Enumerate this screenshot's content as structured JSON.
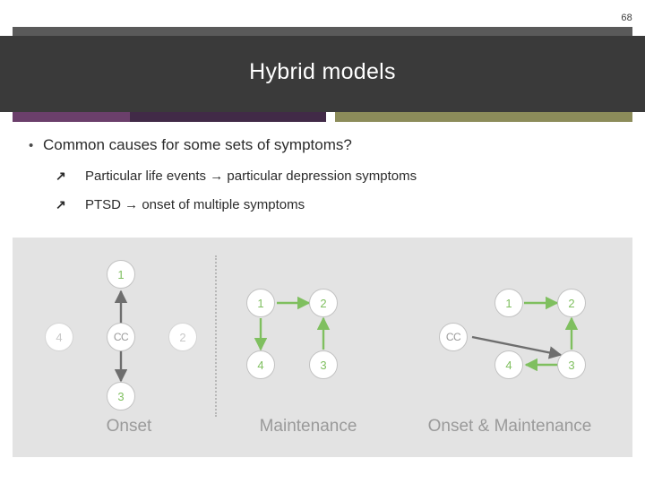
{
  "slide": {
    "page_number": "68",
    "title": "Hybrid models",
    "bullets": {
      "level1": {
        "marker": "•",
        "text": "Common causes for some sets of symptoms?"
      },
      "level2": [
        {
          "marker": "↗",
          "text": "Particular life events → particular depression symptoms"
        },
        {
          "marker": "↗",
          "text": "PTSD → onset of multiple symptoms"
        }
      ]
    },
    "figure": {
      "panels": [
        {
          "label": "Onset",
          "nodes": [
            {
              "id": "n1",
              "label": "1"
            },
            {
              "id": "n4",
              "label": "4",
              "faint": true
            },
            {
              "id": "cc",
              "label": "CC"
            },
            {
              "id": "n2",
              "label": "2",
              "faint": true
            },
            {
              "id": "n3",
              "label": "3"
            }
          ]
        },
        {
          "label": "Maintenance",
          "nodes": [
            {
              "id": "n1",
              "label": "1"
            },
            {
              "id": "n2",
              "label": "2"
            },
            {
              "id": "n4",
              "label": "4"
            },
            {
              "id": "n3",
              "label": "3"
            }
          ]
        },
        {
          "label": "Onset & Maintenance",
          "nodes": [
            {
              "id": "n1",
              "label": "1"
            },
            {
              "id": "n2",
              "label": "2"
            },
            {
              "id": "cc",
              "label": "CC"
            },
            {
              "id": "n4",
              "label": "4"
            },
            {
              "id": "n3",
              "label": "3"
            }
          ]
        }
      ]
    },
    "colors": {
      "title_band": "#3a3a3a",
      "accent_purple": "#6b3f6b",
      "accent_dark_purple": "#412a47",
      "accent_olive": "#8c8c5a",
      "figure_bg": "#e3e3e3",
      "arrow_green": "#7fbf5f",
      "arrow_gray": "#6e6e6e"
    }
  }
}
